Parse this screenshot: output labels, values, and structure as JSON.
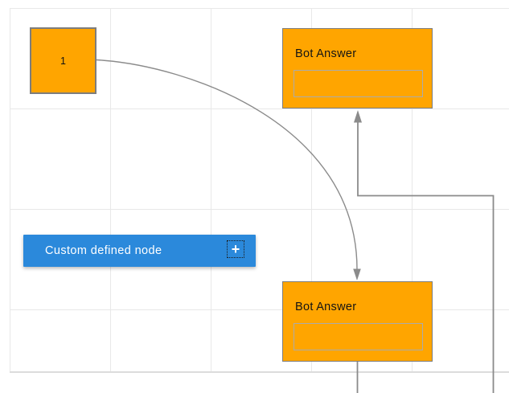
{
  "app": {
    "view": "diagram-canvas",
    "description": "flow diagram editor canvas with grid"
  },
  "nodes": {
    "start": {
      "id": "1",
      "label": "1",
      "type": "square"
    },
    "bot_answer_top": {
      "label": "Bot Answer",
      "field_value": "",
      "field_placeholder": ""
    },
    "bot_answer_bottom": {
      "label": "Bot Answer",
      "field_value": "",
      "field_placeholder": ""
    },
    "custom": {
      "label": "Custom defined node",
      "add_icon": "+"
    }
  },
  "connectors": [
    {
      "from": "start",
      "to": "bot_answer_bottom",
      "style": "curved",
      "arrow": "target"
    },
    {
      "from": "bot_answer_bottom",
      "to": "bot_answer_top",
      "style": "orthogonal",
      "arrow": "target"
    }
  ],
  "colors": {
    "node_fill": "#ffa500",
    "node_border": "#7d7d7d",
    "field_border": "#ababab",
    "accent_blue": "#2b89db",
    "connector_color": "#8b8b8b",
    "grid_color": "#e8e8e8",
    "canvas_bg": "#ffffff"
  }
}
